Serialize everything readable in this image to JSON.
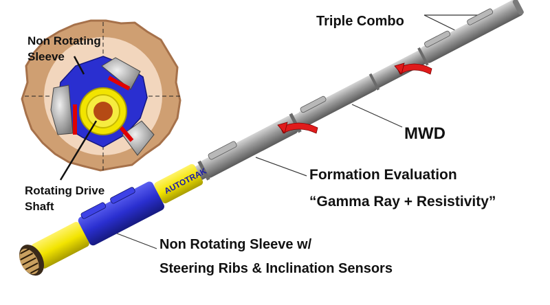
{
  "labels": {
    "triple_combo": "Triple Combo",
    "mwd": "MWD",
    "formation_line1": "Formation Evaluation",
    "formation_line2": "“Gamma Ray + Resistivity”",
    "sleeve_line1": "Non Rotating Sleeve w/",
    "sleeve_line2": "Steering Ribs & Inclination Sensors",
    "cross_section_sleeve_line1": "Non Rotating",
    "cross_section_sleeve_line2": "Sleeve",
    "drive_shaft_line1": "Rotating Drive",
    "drive_shaft_line2": "Shaft"
  },
  "brand": "AUTOTRAK",
  "colors": {
    "tool_body": "#8e8e8e",
    "sleeve_blue": "#2a2fd0",
    "band_yellow": "#f2e400",
    "formation": "#d9b38c",
    "rotation_arrow": "#e01b1b",
    "rib_red": "#e00000",
    "shaft_core": "#b54a14"
  }
}
